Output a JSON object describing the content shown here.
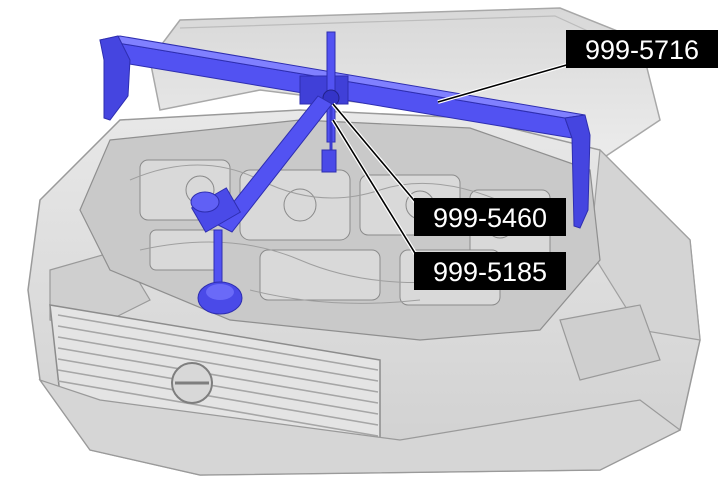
{
  "callouts": [
    {
      "id": "c1",
      "label": "999-5716"
    },
    {
      "id": "c2",
      "label": "999-5460"
    },
    {
      "id": "c3",
      "label": "999-5185"
    }
  ],
  "colors": {
    "tool": "#5252f2",
    "tool_dark": "#3a3ad0",
    "tool_light": "#8080ff",
    "car_body": "#e2e2e2",
    "car_shadow": "#bdbdbd",
    "engine": "#cfcfcf",
    "label_bg": "#000000",
    "label_text": "#ffffff"
  }
}
